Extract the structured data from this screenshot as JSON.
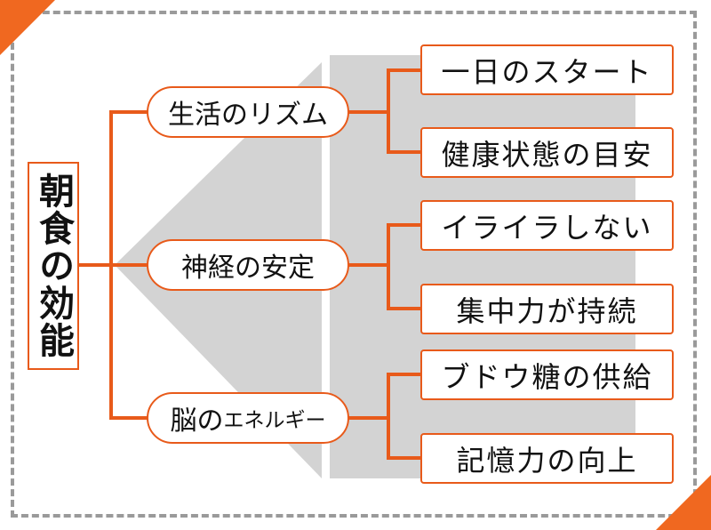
{
  "colors": {
    "accent": "#e85a1a",
    "shadow": "#d3d3d3",
    "frame_border": "#9a9a9a"
  },
  "diagram": {
    "root": {
      "label": "朝食の効能"
    },
    "branches": [
      {
        "label": "生活のリズム",
        "children": [
          {
            "label": "一日のスタート"
          },
          {
            "label": "健康状態の目安"
          }
        ]
      },
      {
        "label": "神経の安定",
        "children": [
          {
            "label": "イライラしない"
          },
          {
            "label": "集中力が持続"
          }
        ]
      },
      {
        "label_main": "脳の",
        "label_small": "エネルギー",
        "children": [
          {
            "label": "ブドウ糖の供給"
          },
          {
            "label": "記憶力の向上"
          }
        ]
      }
    ]
  }
}
